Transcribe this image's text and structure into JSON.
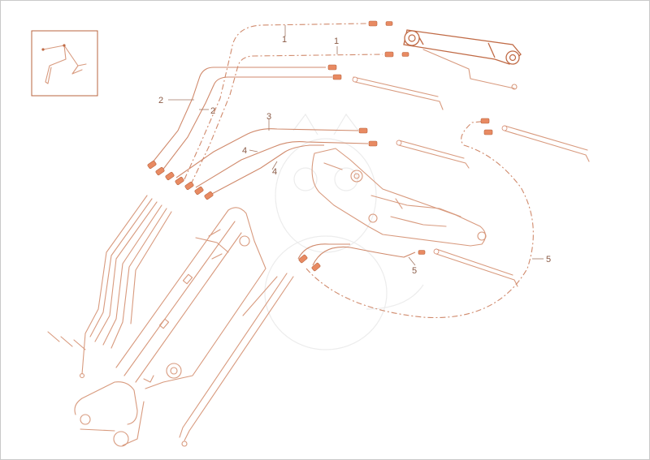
{
  "diagram": {
    "callouts": [
      {
        "id": "callout-1a",
        "text": "1"
      },
      {
        "id": "callout-1b",
        "text": "1"
      },
      {
        "id": "callout-2a",
        "text": "2"
      },
      {
        "id": "callout-2b",
        "text": "2"
      },
      {
        "id": "callout-3",
        "text": "3"
      },
      {
        "id": "callout-4a",
        "text": "4"
      },
      {
        "id": "callout-4b",
        "text": "4"
      },
      {
        "id": "callout-5a",
        "text": "5"
      },
      {
        "id": "callout-5b",
        "text": "5"
      }
    ],
    "colors": {
      "line": "#d89a7e",
      "hose": "#d08a6c",
      "fitting": "#e88a62",
      "label": "#8a5a45",
      "border": "#c9c9c9"
    },
    "icons": {
      "thumbnail": "assembly-location-icon"
    }
  }
}
